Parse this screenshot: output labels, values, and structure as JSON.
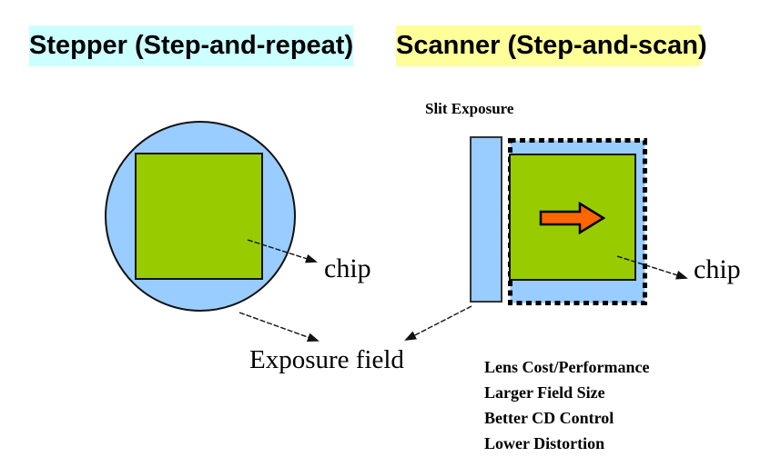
{
  "colors": {
    "stepper_header_bg": "#ccffff",
    "scanner_header_bg": "#ffff99",
    "wafer_blue": "#99ccff",
    "chip_green": "#99cc00",
    "scan_arrow_orange": "#ff6600",
    "ink": "#000000"
  },
  "headers": {
    "stepper": "Stepper (Step-and-repeat)",
    "scanner": "Scanner (Step-and-scan)"
  },
  "stepper_diagram": {
    "chip_label": "chip"
  },
  "scanner_diagram": {
    "slit_label": "Slit Exposure",
    "chip_label": "chip"
  },
  "shared": {
    "exposure_field_label": "Exposure field"
  },
  "benefits": [
    "Lens Cost/Performance",
    "Larger Field Size",
    "Better CD Control",
    "Lower Distortion"
  ]
}
